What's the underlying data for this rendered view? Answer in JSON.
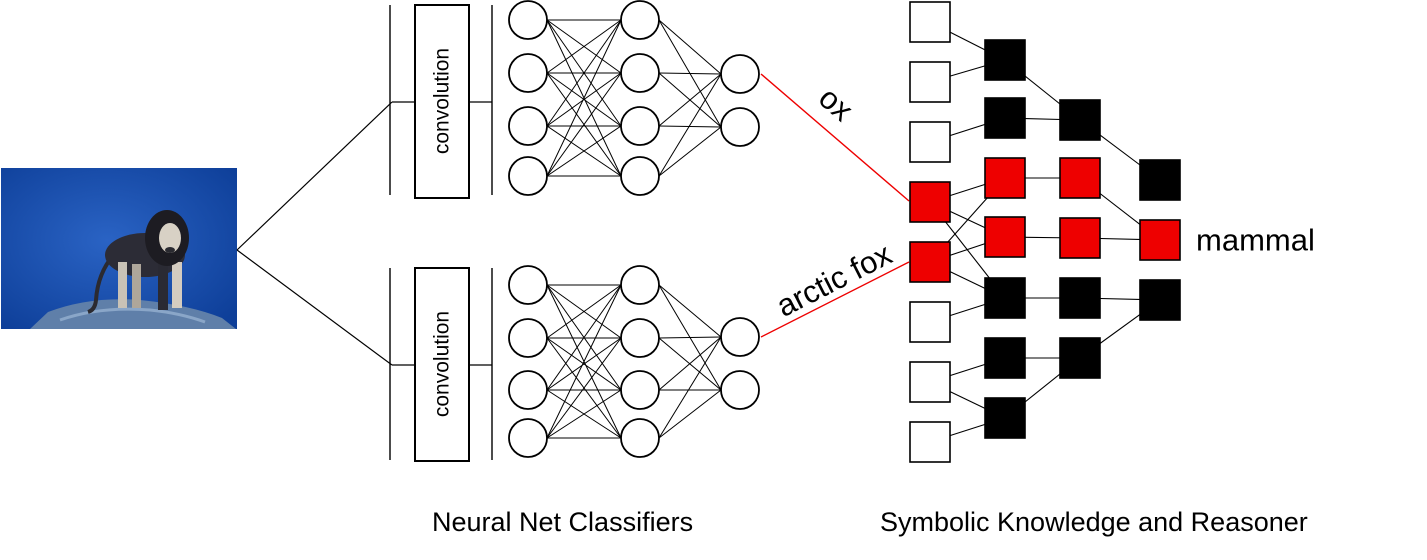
{
  "image": {
    "description_icon": "lion-photo"
  },
  "branches": [
    {
      "conv_label": "convolution",
      "output_label": "ox"
    },
    {
      "conv_label": "convolution",
      "output_label": "arctic fox"
    }
  ],
  "reasoner": {
    "result_label": "mammal"
  },
  "captions": {
    "neural": "Neural Net Classifiers",
    "symbolic": "Symbolic Knowledge and Reasoner"
  },
  "colors": {
    "active": "#ee0000",
    "node_dark": "#000000",
    "node_light": "#ffffff",
    "photo_bg": "#1a4ea8"
  }
}
